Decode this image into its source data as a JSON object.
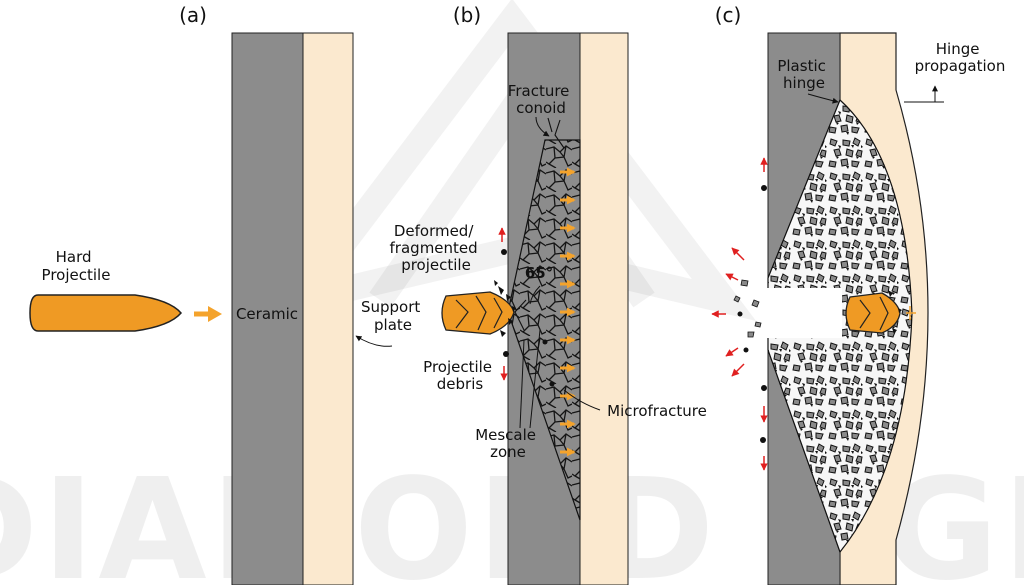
{
  "panels": [
    "(a)",
    "(b)",
    "(c)"
  ],
  "watermark": "DIAMOND AGE",
  "labels": {
    "hard_projectile": [
      "Hard",
      "Projectile"
    ],
    "ceramic": "Ceramic",
    "support_plate": [
      "Support",
      "plate"
    ],
    "fracture_conoid": [
      "Fracture",
      "conoid"
    ],
    "deformed_projectile": [
      "Deformed/",
      "fragmented",
      "projectile"
    ],
    "angle": "65°",
    "projectile_debris": [
      "Projectile",
      "debris"
    ],
    "mescale_zone": [
      "Mescale",
      "zone"
    ],
    "microfracture": "Microfracture",
    "plastic_hinge": [
      "Plastic",
      "hinge"
    ],
    "hinge_propagation": [
      "Hinge",
      "propagation"
    ]
  },
  "colors": {
    "ceramic": "#8c8c8c",
    "support": "#fbe9cf",
    "projectile": "#ef9a24",
    "arrow_orange": "#f4a32c",
    "arrow_red": "#e02020",
    "ink": "#111111"
  }
}
